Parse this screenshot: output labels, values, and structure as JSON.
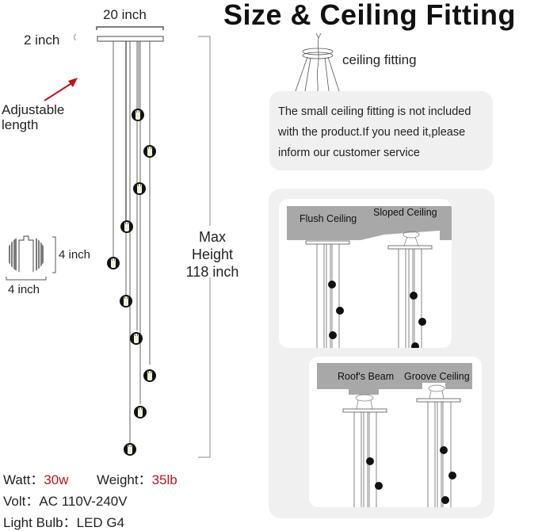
{
  "title": "Size & Ceiling Fitting",
  "dimensions": {
    "canopy_width": "20 inch",
    "canopy_height": "2 inch",
    "adjustable": "Adjustable length",
    "adjustable_line1": "Adjustable",
    "adjustable_line2": "length",
    "globe_height": "4 inch",
    "globe_width": "4 inch",
    "max_height_line1": "Max",
    "max_height_line2": "Height",
    "max_height_line3": "118 inch"
  },
  "specs": {
    "watt_label": "Watt：",
    "watt_value": "30w",
    "weight_label": "Weight：",
    "weight_value": "35lb",
    "volt_label": "Volt：",
    "volt_value": "AC 110V-240V",
    "bulb_label": "Light Bulb：",
    "bulb_value": "LED G4"
  },
  "ceiling_fitting": {
    "label": "ceiling fitting",
    "note_line1": "The small ceiling fitting is not included",
    "note_line2": "with the product.If you need it,please",
    "note_line3": "inform our customer service"
  },
  "ceiling_types": [
    {
      "label": "Flush Ceiling"
    },
    {
      "label": "Sloped Ceiling"
    },
    {
      "label": "Roof's Beam"
    },
    {
      "label": "Groove Ceiling"
    }
  ],
  "colors": {
    "accent_red": "#c0141a",
    "panel_bg": "#f0f0f0",
    "ceiling_gray": "#a8a8a8"
  }
}
